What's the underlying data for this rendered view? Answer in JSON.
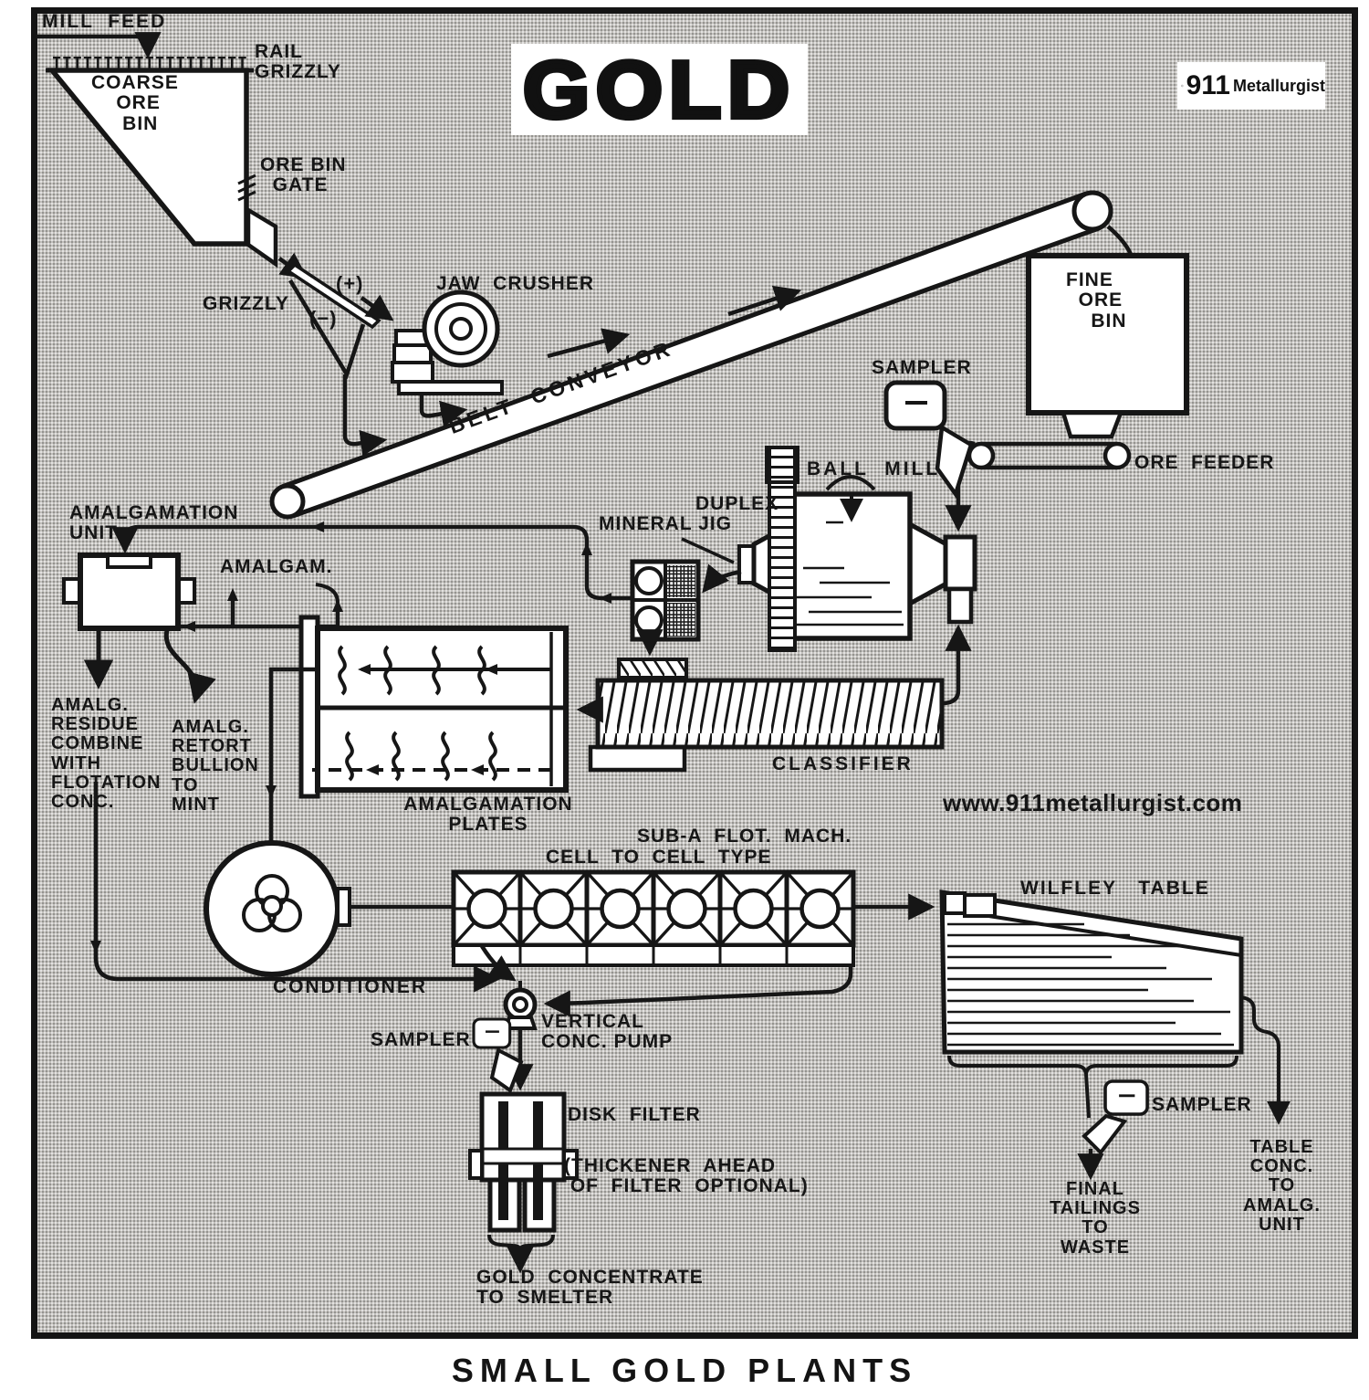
{
  "diagram": {
    "title": "GOLD",
    "caption": "SMALL  GOLD  PLANTS",
    "watermark": "www.911metallurgist.com",
    "logo": {
      "number": "911",
      "name": "Metallurgist"
    },
    "colors": {
      "ink": "#161616",
      "paper": "#ffffff",
      "halftone": "#c6c4c0"
    },
    "labels": {
      "mill_feed": "MILL  FEED",
      "rail_grizzly": "RAIL\nGRIZZLY",
      "coarse_ore_bin": "COARSE\n    ORE\n     BIN",
      "ore_bin_gate": "ORE BIN\n  GATE",
      "grizzly": "GRIZZLY",
      "grizzly_plus": "(+)",
      "grizzly_minus": "(−)",
      "jaw_crusher": "JAW  CRUSHER",
      "belt_conveyor": "BELT  CONVEYOR",
      "fine_ore_bin": "FINE\n  ORE\n    BIN",
      "sampler_top": "SAMPLER",
      "ore_feeder": "ORE  FEEDER",
      "ball_mill": "BALL  MILL",
      "duplex": "DUPLEX",
      "mineral_jig": "MINERAL JIG",
      "amalgamation_unit": "AMALGAMATION\nUNIT",
      "amalgam": "AMALGAM.",
      "amalg_residue": "AMALG.\nRESIDUE\nCOMBINE\nWITH\nFLOTATION\nCONC.",
      "amalg_retort": "AMALG.\nRETORT\nBULLION\nTO\nMINT",
      "amalgamation_plates": "AMALGAMATION\nPLATES",
      "classifier": "CLASSIFIER",
      "sub_a_flot": "SUB-A  FLOT.  MACH.",
      "cell_to_cell": "CELL  TO  CELL  TYPE",
      "wilfley_table": "WILFLEY   TABLE",
      "conditioner": "CONDITIONER",
      "vertical_pump": "VERTICAL\nCONC. PUMP",
      "sampler_mid": "SAMPLER",
      "disk_filter": "DISK  FILTER",
      "thickener_note": "(THICKENER  AHEAD\n OF  FILTER  OPTIONAL)",
      "gold_concentrate": "GOLD  CONCENTRATE\nTO  SMELTER",
      "sampler_right": "SAMPLER",
      "final_tailings": "FINAL\nTAILINGS\nTO\nWASTE",
      "table_conc": "TABLE\nCONC.\nTO\nAMALG.\nUNIT"
    }
  }
}
